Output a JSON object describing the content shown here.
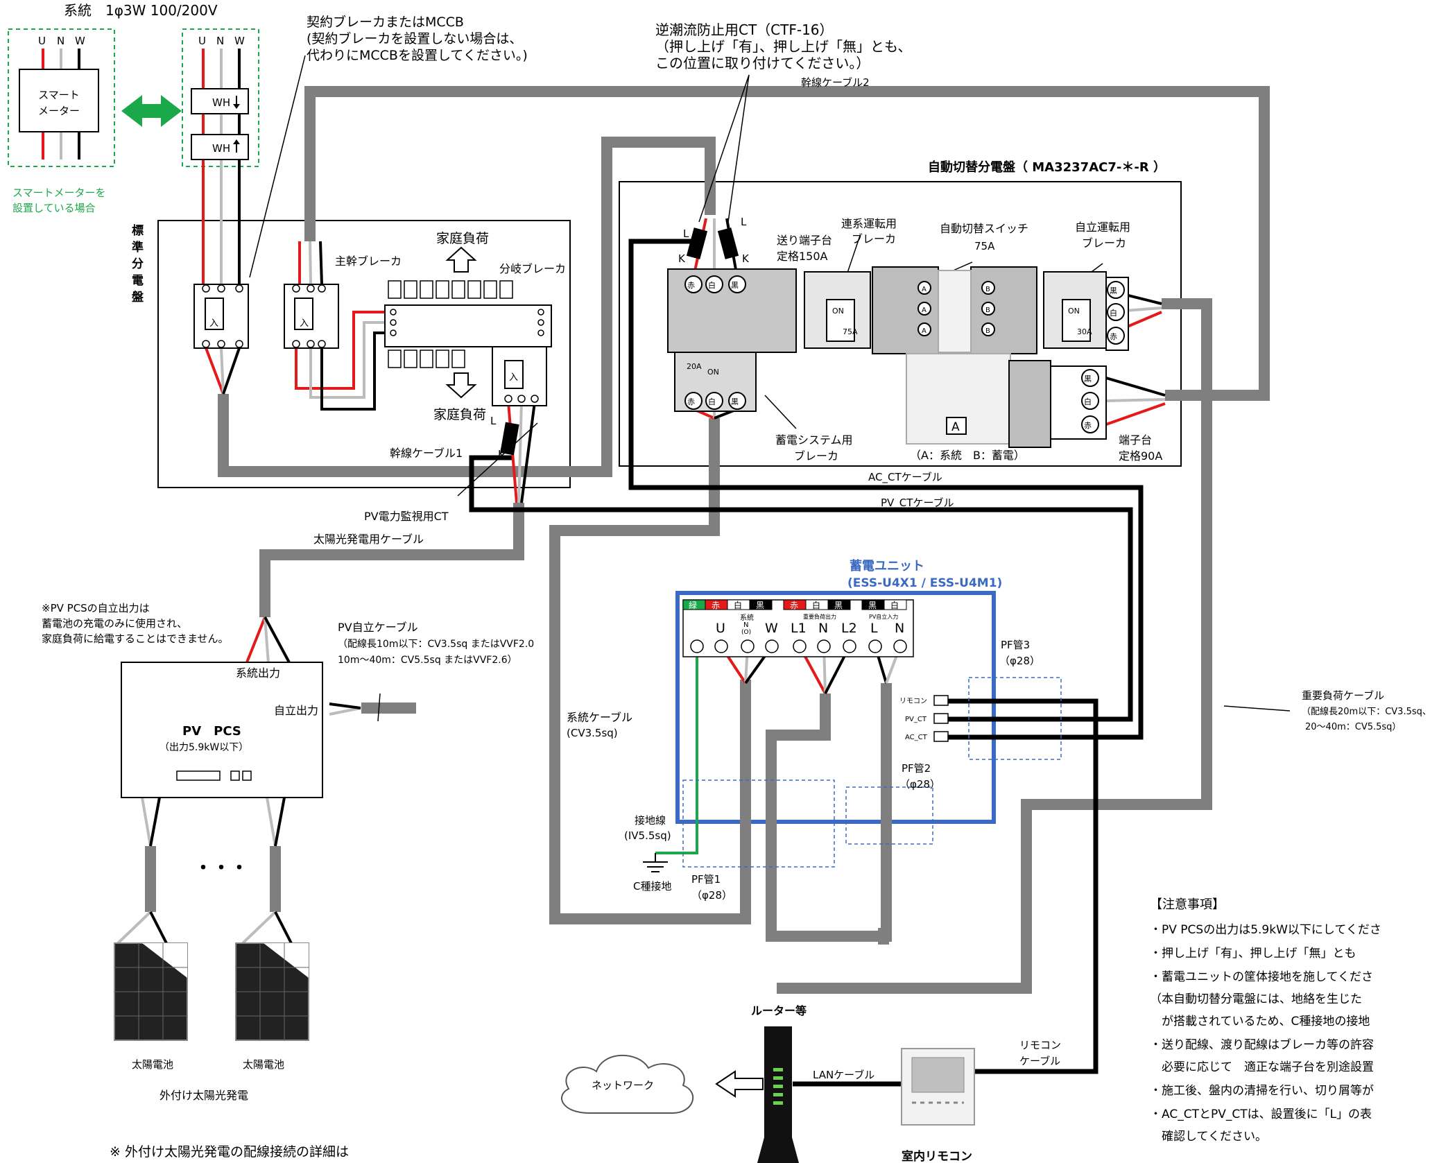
{
  "system": {
    "label": "系統　1φ3W 100/200V",
    "uvw": [
      "U",
      "N",
      "W"
    ]
  },
  "smart_meter": {
    "label_lines": [
      "スマート",
      "メーター"
    ],
    "note_lines": [
      "スマートメーターを",
      "設置している場合"
    ],
    "wh": "WH"
  },
  "std_board": {
    "title_chars": [
      "標",
      "準",
      "分",
      "電",
      "盤"
    ],
    "main_breaker": "主幹ブレーカ",
    "branch_breaker": "分岐ブレーカ",
    "home_load": "家庭負荷",
    "on": "入"
  },
  "callouts": {
    "contract_breaker": [
      "契約ブレーカまたはMCCB",
      "(契約ブレーカを設置しない場合は、",
      "代わりにMCCBを設置してください。)"
    ],
    "reverse_ct": [
      "逆潮流防止用CT（CTF-16）",
      "（押し上げ「有」、押し上げ「無」とも、",
      "この位置に取り付けてください。）"
    ],
    "main_cable_2": "幹線ケーブル2",
    "main_cable_1": "幹線ケーブル1",
    "pv_ct": "PV電力監視用CT",
    "solar_cable": "太陽光発電用ケーブル",
    "ac_ct_cable": "AC_CTケーブル",
    "pv_ct_cable": "PV_CTケーブル",
    "grid_cable": [
      "系統ケーブル",
      "(CV3.5sq)"
    ],
    "pv_self_cable": [
      "PV自立ケーブル",
      "（配線長10m以下：CV3.5sq またはVVF2.0",
      "10m～40m：CV5.5sq またはVVF2.6）"
    ],
    "important_cable": [
      "重要負荷ケーブル",
      "（配線長20m以下：CV3.5sq、",
      "20～40m：CV5.5sq）"
    ],
    "pv_pcs_note": [
      "※PV PCSの自立出力は",
      "蓄電池の充電のみに使用され、",
      "家庭負荷に給電することはできません。"
    ],
    "ground_wire": [
      "接地線",
      "(IV5.5sq)"
    ],
    "ground_c": "C種接地",
    "pf1": [
      "PF管1",
      "（φ28）"
    ],
    "pf2": [
      "PF管2",
      "（φ28）"
    ],
    "pf3": [
      "PF管3",
      "（φ28）"
    ],
    "ct_l": "L",
    "ct_k": "K"
  },
  "auto_panel": {
    "title": "自動切替分電盤（ MA3237AC7-＊-R ）",
    "send_terminal": [
      "送り端子台",
      "定格150A"
    ],
    "grid_breaker": [
      "連系運転用",
      "ブレーカ"
    ],
    "auto_switch": [
      "自動切替スイッチ",
      "75A"
    ],
    "self_breaker": [
      "自立運転用",
      "ブレーカ"
    ],
    "storage_breaker": [
      "蓄電システム用",
      "ブレーカ"
    ],
    "terminal_90": [
      "端子台",
      "定格90A"
    ],
    "ab_note": "（A：系統　B：蓄電）",
    "a_box": "A",
    "colors": [
      "赤",
      "白",
      "黒"
    ],
    "on": "ON",
    "amp_20": "20A",
    "amp_75": "75A",
    "amp_30": "30A",
    "sw_a": "A",
    "sw_b": "B"
  },
  "storage_unit": {
    "title": "蓄電ユニット",
    "model": "(ESS-U4X1 / ESS-U4M1)",
    "colors": [
      "緑",
      "赤",
      "白",
      "黒",
      "赤",
      "白",
      "黒",
      "黒",
      "白"
    ],
    "labels": [
      "U",
      "W",
      "L1",
      "N",
      "L2",
      "L",
      "N"
    ],
    "grid_n": [
      "系統",
      "N",
      "(O)"
    ],
    "sub_important": "重要負荷出力",
    "sub_pv": "PV自立入力",
    "remocon_ports": [
      "リモコン",
      "PV_CT",
      "AC_CT"
    ]
  },
  "pv_pcs": {
    "title": "PV　PCS",
    "sub": "（出力5.9kW以下）",
    "grid_out": "系統出力",
    "self_out": "自立出力",
    "dots": "・・・"
  },
  "solar": {
    "cell": "太陽電池",
    "external": "外付け太陽光発電",
    "footer_note": "※ 外付け太陽光発電の配線接続の詳細は"
  },
  "network": {
    "router": "ルーター等",
    "cloud": "ネットワーク",
    "lan": "LANケーブル",
    "remote": "室内リモコン",
    "remote_cable": [
      "リモコン",
      "ケーブル"
    ]
  },
  "notes": {
    "title": "【注意事項】",
    "lines": [
      "・PV PCSの出力は5.9kW以下にしてくださ",
      "・押し上げ「有」、押し上げ「無」とも",
      "・蓄電ユニットの筐体接地を施してくださ",
      "（本自動切替分電盤には、地絡を生じた",
      "　が搭載されているため、C種接地の接地",
      "・送り配線、渡り配線はブレーカ等の許容",
      "　必要に応じて　適正な端子台を別途設置",
      "・施工後、盤内の清掃を行い、切り屑等が",
      "・AC_CTとPV_CTは、設置後に「L」の表",
      "　確認してください。"
    ]
  }
}
